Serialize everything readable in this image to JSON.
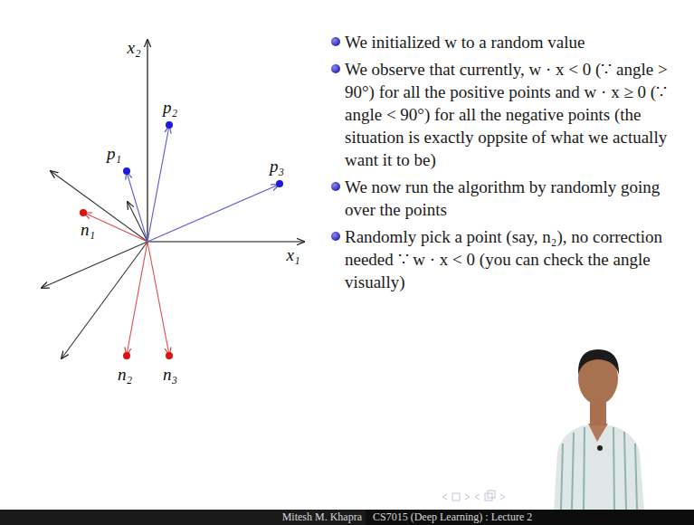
{
  "diagram": {
    "labels": [
      "x₂",
      "p₂",
      "p₁",
      "p₃",
      "n₁",
      "x₁",
      "n₂",
      "n₃",
      "We initialized w to a random value",
      "We observe that currently, w · x < 0 (∵ angle > 90°) for all the positive points and w · x ≥ 0 (∵ angle < 90°) for all the negative points (the situation is exactly oppsite of what we actually want it to be)",
      "We now run the algorithm by randomly going over the points",
      "Randomly pick a point (say, n₂), no correction needed ∵ w · x < 0 (you can check the angle visually)",
      "Mitesh M. Khapra",
      "CS7015 (Deep Learning) : Lecture 2"
    ]
  }
}
